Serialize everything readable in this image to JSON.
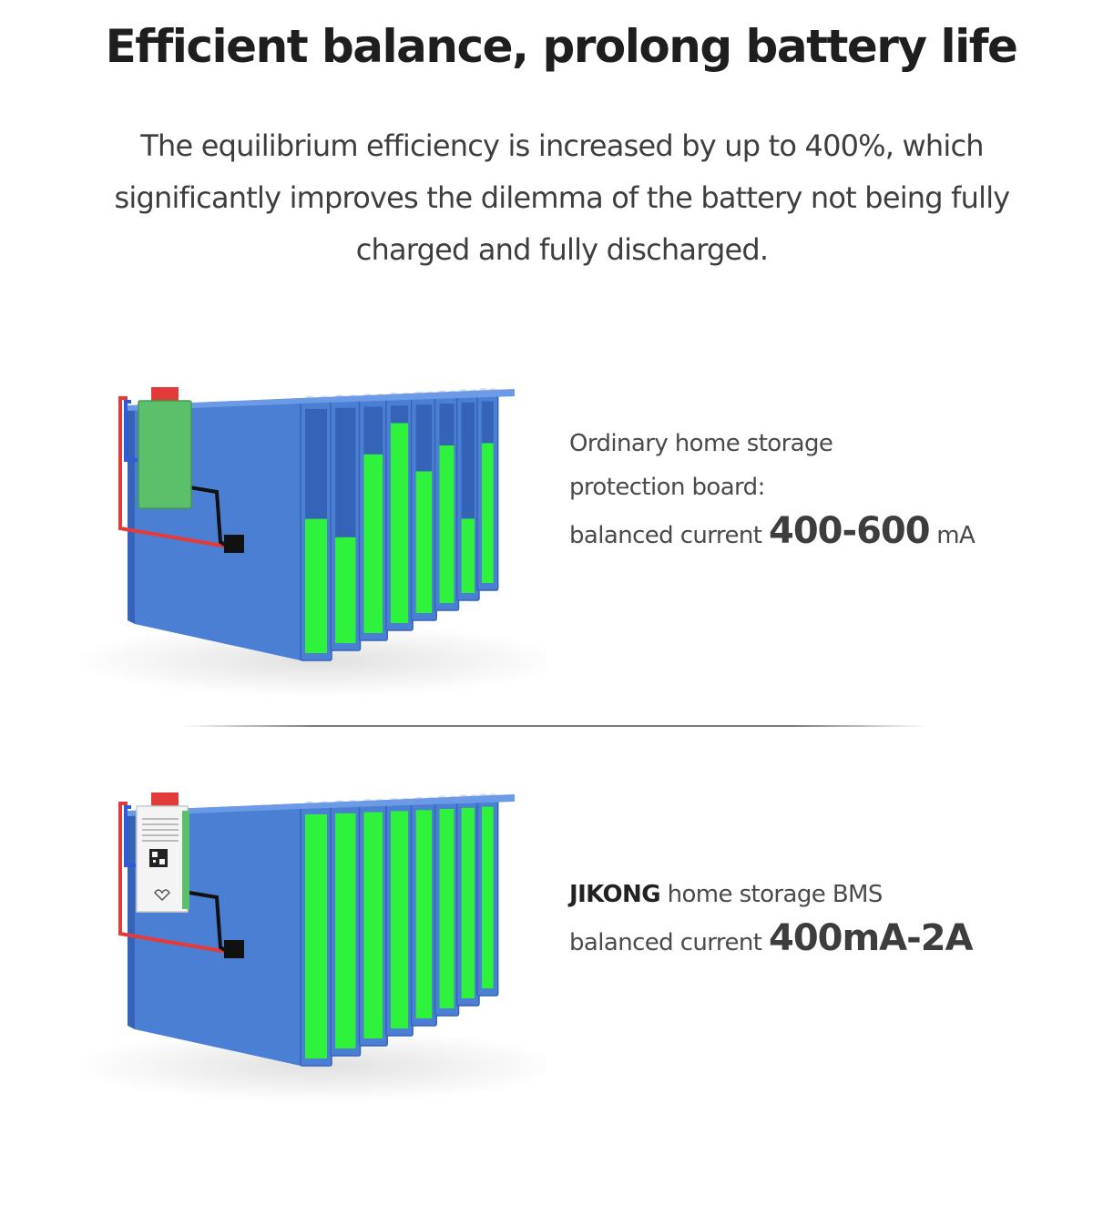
{
  "heading": {
    "title": "Efficient balance, prolong battery life",
    "description": "The equilibrium efficiency is increased by up to 400%, which significantly improves the dilemma of the battery not being fully charged and fully discharged."
  },
  "ordinary": {
    "line1": "Ordinary home storage",
    "line2": "protection board:",
    "current_label": "balanced current",
    "current_value": "400-600",
    "current_unit": "mA",
    "cell_charge_levels": [
      0.55,
      0.45,
      0.79,
      0.92,
      0.68,
      0.79,
      0.39,
      0.77
    ]
  },
  "jikong": {
    "brand": "JIKONG",
    "line1_rest": "home storage BMS",
    "current_label": "balanced current",
    "current_value": "400mA-2A",
    "cell_charge_levels": [
      1,
      1,
      1,
      1,
      1,
      1,
      1,
      1
    ]
  },
  "colors": {
    "battery_blue": "#4a7fd4",
    "battery_blue_dark": "#3563b8",
    "charge_green": "#2ef23c",
    "board_green": "#5cbf6a",
    "cable_red": "#e53a3a",
    "cable_blue": "#2f5bd6"
  }
}
